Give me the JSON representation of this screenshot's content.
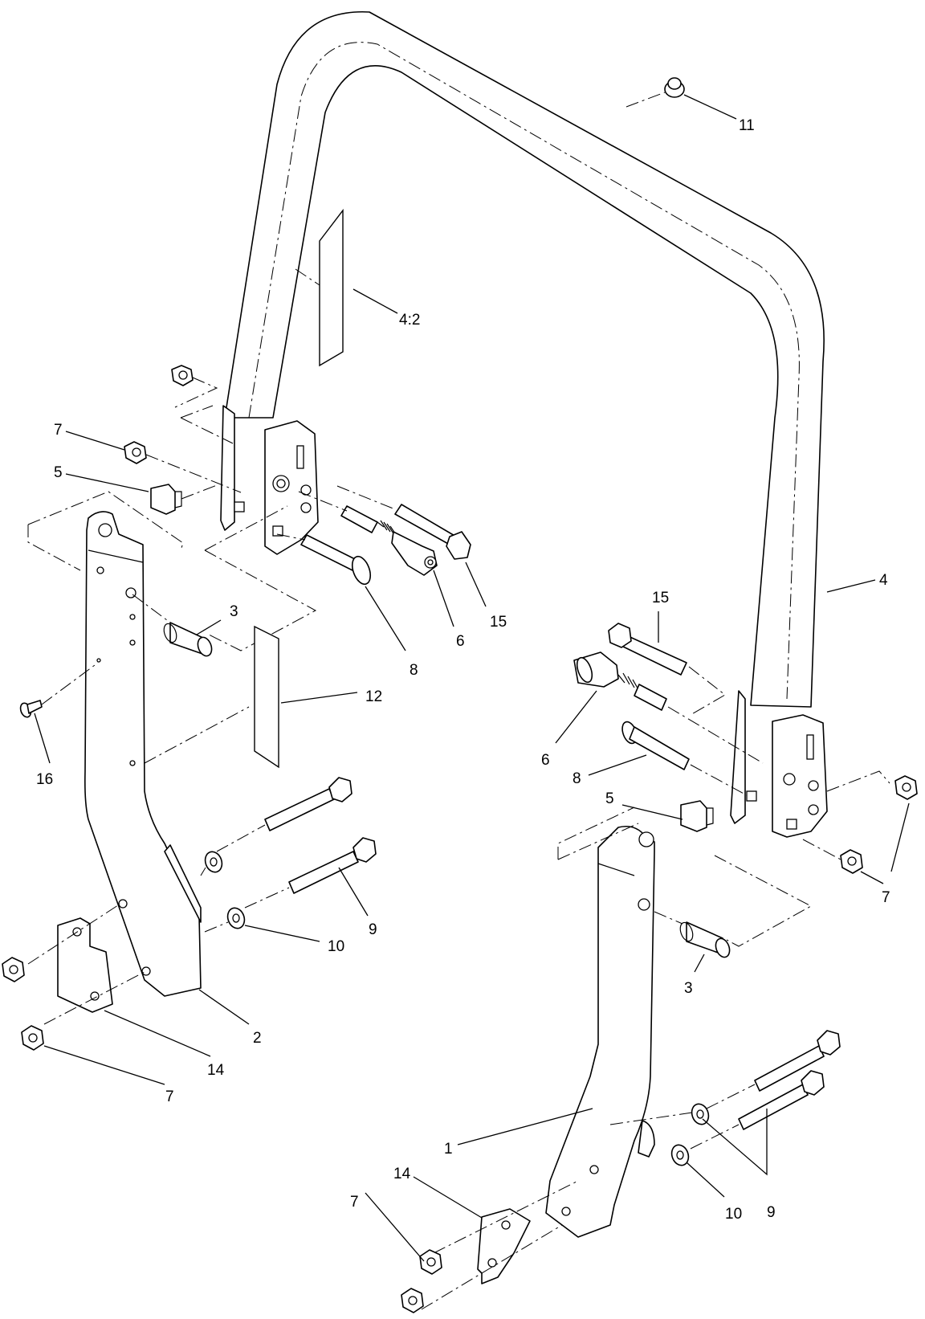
{
  "callouts": {
    "c_4_2": "4:2",
    "c_11": "11",
    "c_4": "4",
    "c_7_tl": "7",
    "c_5_l": "5",
    "c_3_l": "3",
    "c_8_l": "8",
    "c_6_l": "6",
    "c_15_l": "15",
    "c_12": "12",
    "c_16": "16",
    "c_9_l": "9",
    "c_10_l": "10",
    "c_2": "2",
    "c_14_l": "14",
    "c_7_bl": "7",
    "c_15_r": "15",
    "c_6_r": "6",
    "c_8_r": "8",
    "c_5_r": "5",
    "c_7_r": "7",
    "c_3_r": "3",
    "c_1": "1",
    "c_9_r": "9",
    "c_10_r": "10",
    "c_14_r": "14",
    "c_7_br": "7"
  }
}
